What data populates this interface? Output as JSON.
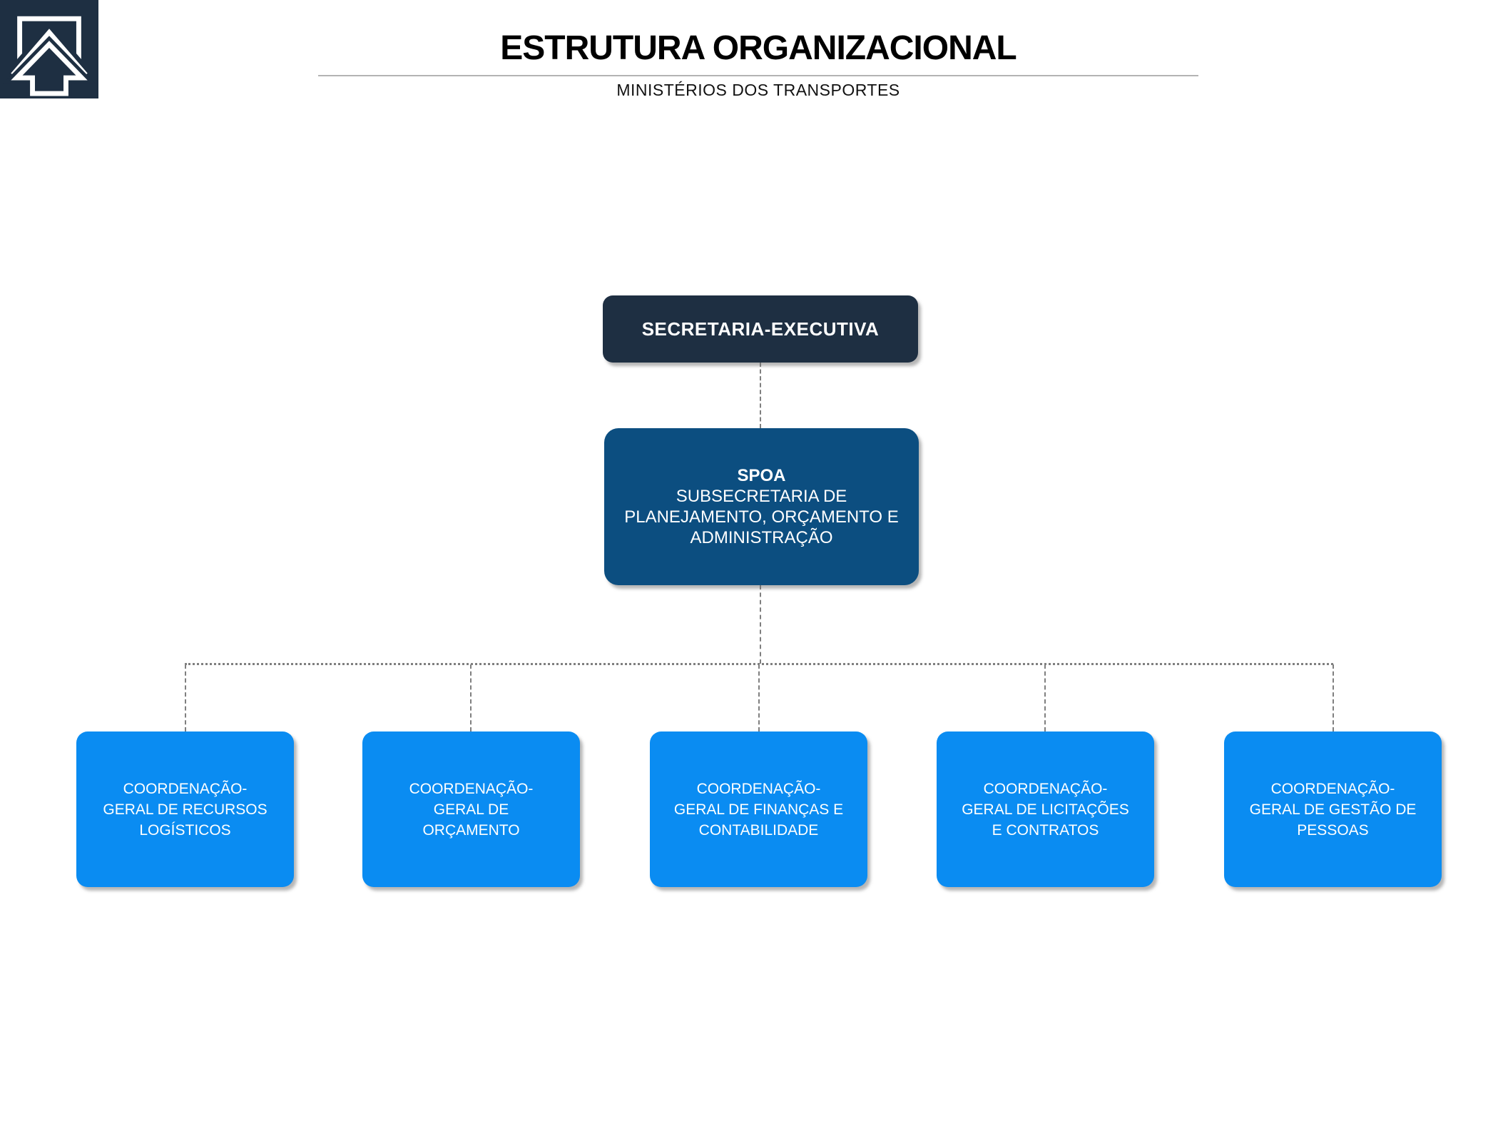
{
  "header": {
    "title": "ESTRUTURA ORGANIZACIONAL",
    "subtitle": "MINISTÉRIOS DOS TRANSPORTES"
  },
  "logo": {
    "icon": "house-arrow-icon"
  },
  "colors": {
    "logo_navy": "#1e2f42",
    "executive_box": "#1e2f42",
    "spoa_box": "#0c4e80",
    "coordination_box": "#0a8cf2",
    "connector_gray": "#7f7f7f",
    "divider_gray": "#b3b3b3",
    "text_white": "#ffffff",
    "title_black": "#000000"
  },
  "org": {
    "root": {
      "label": "SECRETARIA-EXECUTIVA"
    },
    "level2": {
      "acronym": "SPOA",
      "name": "SUBSECRETARIA DE PLANEJAMENTO, ORÇAMENTO E ADMINISTRAÇÃO",
      "lines": [
        "SUBSECRETARIA DE",
        "PLANEJAMENTO, ORÇAMENTO E",
        "ADMINISTRAÇÃO"
      ]
    },
    "children": [
      {
        "name": "COORDENAÇÃO-GERAL DE RECURSOS LOGÍSTICOS",
        "lines": [
          "COORDENAÇÃO-",
          "GERAL DE RECURSOS",
          "LOGÍSTICOS"
        ]
      },
      {
        "name": "COORDENAÇÃO-GERAL DE ORÇAMENTO",
        "lines": [
          "COORDENAÇÃO-",
          "GERAL DE",
          "ORÇAMENTO"
        ]
      },
      {
        "name": "COORDENAÇÃO-GERAL DE FINANÇAS E CONTABILIDADE",
        "lines": [
          "COORDENAÇÃO-",
          "GERAL DE FINANÇAS E",
          "CONTABILIDADE"
        ]
      },
      {
        "name": "COORDENAÇÃO-GERAL DE LICITAÇÕES E CONTRATOS",
        "lines": [
          "COORDENAÇÃO-",
          "GERAL DE LICITAÇÕES",
          "E CONTRATOS"
        ]
      },
      {
        "name": "COORDENAÇÃO-GERAL DE GESTÃO DE PESSOAS",
        "lines": [
          "COORDENAÇÃO-",
          "GERAL DE GESTÃO DE",
          "PESSOAS"
        ]
      }
    ]
  }
}
